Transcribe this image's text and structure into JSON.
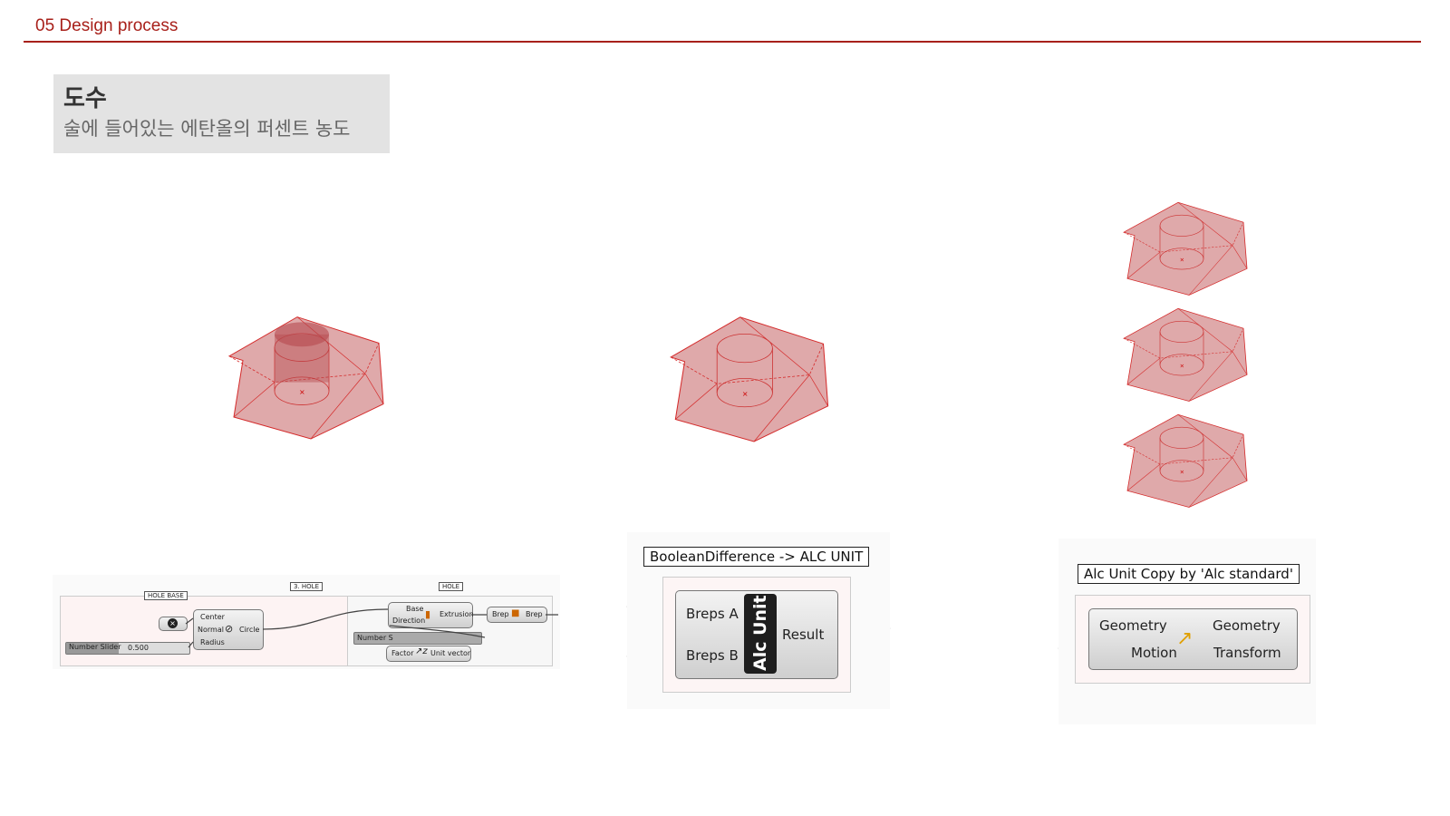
{
  "header": {
    "title": "05 Design process"
  },
  "info": {
    "title": "도수",
    "subtitle": "술에 들어있는 에탄올의 퍼센트 농도"
  },
  "colors": {
    "accent": "#a8201a",
    "shape_fill": "#d48c8e",
    "shape_line": "#d42a2a"
  },
  "left_def": {
    "group_hole_base": "HOLE BASE",
    "group_3_hole": "3. HOLE",
    "group_hole": "HOLE",
    "circle": {
      "inputs": [
        "Center",
        "Normal",
        "Radius"
      ],
      "output": "Circle"
    },
    "slider": {
      "label": "Number Slider",
      "value": "0.500"
    },
    "extrusion": {
      "inputs": [
        "Base",
        "Direction"
      ],
      "output": "Extrusion"
    },
    "brep": {
      "input": "Brep",
      "output": "Brep"
    },
    "unit_vector": {
      "slider_label": "Number S",
      "input": "Factor",
      "output": "Unit vector"
    }
  },
  "mid_def": {
    "tag": "BooleanDifference -> ALC UNIT",
    "inputs": [
      "Breps A",
      "Breps B"
    ],
    "name": "Alc Unit",
    "output": "Result"
  },
  "right_def": {
    "tag": "Alc Unit Copy by 'Alc standard'",
    "inputs": [
      "Geometry",
      "Motion"
    ],
    "outputs": [
      "Geometry",
      "Transform"
    ]
  }
}
